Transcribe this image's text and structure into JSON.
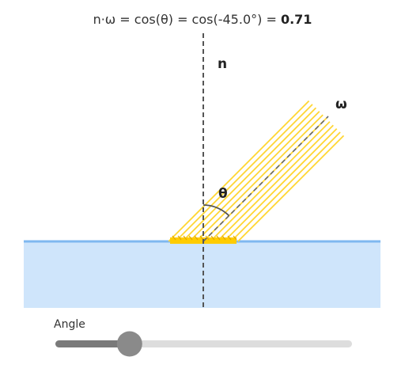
{
  "formula": {
    "prefix": "n·ω = cos(θ) = cos(-45.0°) = ",
    "result": "0.71"
  },
  "labels": {
    "normal": "n",
    "direction": "ω",
    "angle": "θ"
  },
  "slider": {
    "label": "Angle",
    "angle_deg": -45.0,
    "fraction": 0.25
  },
  "colors": {
    "surface_fill": "#cfe5fb",
    "surface_edge": "#7fb8f0",
    "ray": "#ffd633",
    "highlight": "#ffcc00",
    "normal_line": "#555555",
    "slider_track": "#dddddd",
    "slider_fill": "#7a7a7a",
    "slider_thumb": "#8a8a8a"
  }
}
